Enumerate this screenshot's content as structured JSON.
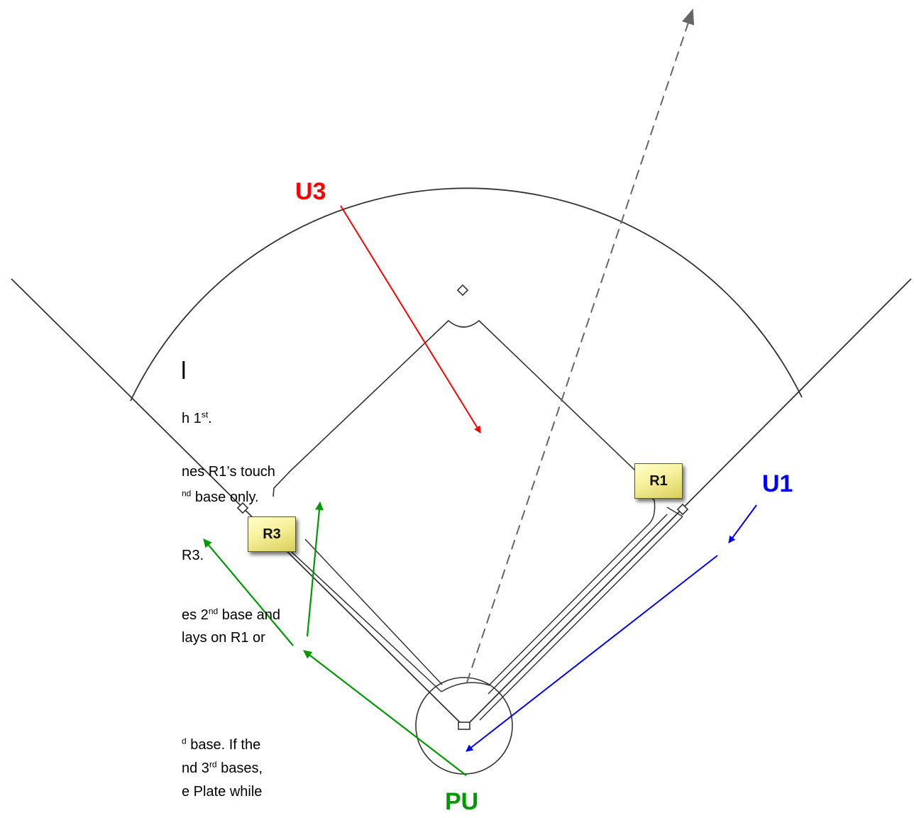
{
  "umpires": {
    "u3": {
      "label": "U3",
      "color": "#ff0000"
    },
    "u1": {
      "label": "U1",
      "color": "#0000ff"
    },
    "pu": {
      "label": "PU",
      "color": "#009900"
    }
  },
  "runners": {
    "r1": {
      "label": "R1"
    },
    "r3": {
      "label": "R3"
    }
  },
  "colors": {
    "field_line": "#333333",
    "ball_path": "#666666",
    "pu_move": "#009900",
    "u1_move": "#0000ff",
    "u3_move": "#ff0000",
    "runner_fill": "#f7f09a"
  },
  "partial_text": {
    "bracket_char": "l",
    "line_1": {
      "text": "h 1",
      "sup": "st",
      "after": "."
    },
    "line_2a": {
      "text": "nes R1’s touch"
    },
    "line_2b": {
      "sup_before": "nd",
      "text": " base only."
    },
    "line_3": {
      "text": "R3."
    },
    "line_4a": {
      "text": "es 2",
      "sup": "nd",
      "after": " base and"
    },
    "line_4b": {
      "text": "lays on R1 or"
    },
    "line_5a": {
      "sup_before": "d",
      "text": " base.  If the"
    },
    "line_5b": {
      "text": "nd 3",
      "sup": "rd",
      "after": " bases,"
    },
    "line_5c": {
      "text": "e Plate while"
    }
  }
}
